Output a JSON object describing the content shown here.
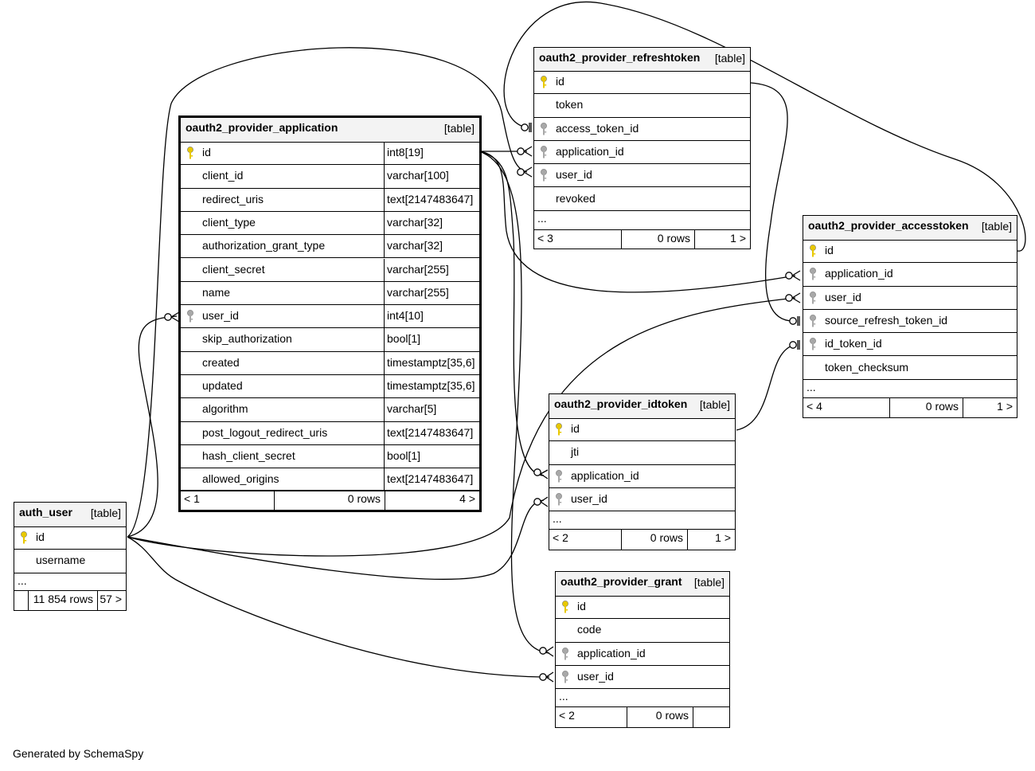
{
  "footer_text": "Generated by SchemaSpy",
  "colors": {
    "primary_key": "#e8c800",
    "foreign_key": "#a8a8a8",
    "header_bg": "#f3f3f3"
  },
  "tables": {
    "application": {
      "name": "oauth2_provider_application",
      "kind": "[table]",
      "columns": [
        {
          "name": "id",
          "type": "int8[19]",
          "key": "primary"
        },
        {
          "name": "client_id",
          "type": "varchar[100]",
          "key": ""
        },
        {
          "name": "redirect_uris",
          "type": "text[2147483647]",
          "key": ""
        },
        {
          "name": "client_type",
          "type": "varchar[32]",
          "key": ""
        },
        {
          "name": "authorization_grant_type",
          "type": "varchar[32]",
          "key": ""
        },
        {
          "name": "client_secret",
          "type": "varchar[255]",
          "key": ""
        },
        {
          "name": "name",
          "type": "varchar[255]",
          "key": ""
        },
        {
          "name": "user_id",
          "type": "int4[10]",
          "key": "foreign"
        },
        {
          "name": "skip_authorization",
          "type": "bool[1]",
          "key": ""
        },
        {
          "name": "created",
          "type": "timestamptz[35,6]",
          "key": ""
        },
        {
          "name": "updated",
          "type": "timestamptz[35,6]",
          "key": ""
        },
        {
          "name": "algorithm",
          "type": "varchar[5]",
          "key": ""
        },
        {
          "name": "post_logout_redirect_uris",
          "type": "text[2147483647]",
          "key": ""
        },
        {
          "name": "hash_client_secret",
          "type": "bool[1]",
          "key": ""
        },
        {
          "name": "allowed_origins",
          "type": "text[2147483647]",
          "key": ""
        }
      ],
      "footer": [
        "< 1",
        "0 rows",
        "4 >"
      ]
    },
    "refreshtoken": {
      "name": "oauth2_provider_refreshtoken",
      "kind": "[table]",
      "columns": [
        {
          "name": "id",
          "key": "primary"
        },
        {
          "name": "token",
          "key": ""
        },
        {
          "name": "access_token_id",
          "key": "foreign"
        },
        {
          "name": "application_id",
          "key": "foreign"
        },
        {
          "name": "user_id",
          "key": "foreign"
        },
        {
          "name": "revoked",
          "key": ""
        }
      ],
      "ellipsis": "...",
      "footer": [
        "< 3",
        "0 rows",
        "1 >"
      ]
    },
    "accesstoken": {
      "name": "oauth2_provider_accesstoken",
      "kind": "[table]",
      "columns": [
        {
          "name": "id",
          "key": "primary"
        },
        {
          "name": "application_id",
          "key": "foreign"
        },
        {
          "name": "user_id",
          "key": "foreign"
        },
        {
          "name": "source_refresh_token_id",
          "key": "foreign"
        },
        {
          "name": "id_token_id",
          "key": "foreign"
        },
        {
          "name": "token_checksum",
          "key": ""
        }
      ],
      "ellipsis": "...",
      "footer": [
        "< 4",
        "0 rows",
        "1 >"
      ]
    },
    "idtoken": {
      "name": "oauth2_provider_idtoken",
      "kind": "[table]",
      "columns": [
        {
          "name": "id",
          "key": "primary"
        },
        {
          "name": "jti",
          "key": ""
        },
        {
          "name": "application_id",
          "key": "foreign"
        },
        {
          "name": "user_id",
          "key": "foreign"
        }
      ],
      "ellipsis": "...",
      "footer": [
        "< 2",
        "0 rows",
        "1 >"
      ]
    },
    "grant": {
      "name": "oauth2_provider_grant",
      "kind": "[table]",
      "columns": [
        {
          "name": "id",
          "key": "primary"
        },
        {
          "name": "code",
          "key": ""
        },
        {
          "name": "application_id",
          "key": "foreign"
        },
        {
          "name": "user_id",
          "key": "foreign"
        }
      ],
      "ellipsis": "...",
      "footer": [
        "< 2",
        "0 rows",
        ""
      ]
    },
    "auth_user": {
      "name": "auth_user",
      "kind": "[table]",
      "columns": [
        {
          "name": "id",
          "key": "primary"
        },
        {
          "name": "username",
          "key": ""
        }
      ],
      "ellipsis": "...",
      "footer": [
        "",
        "11 854 rows",
        "57 >"
      ]
    }
  }
}
